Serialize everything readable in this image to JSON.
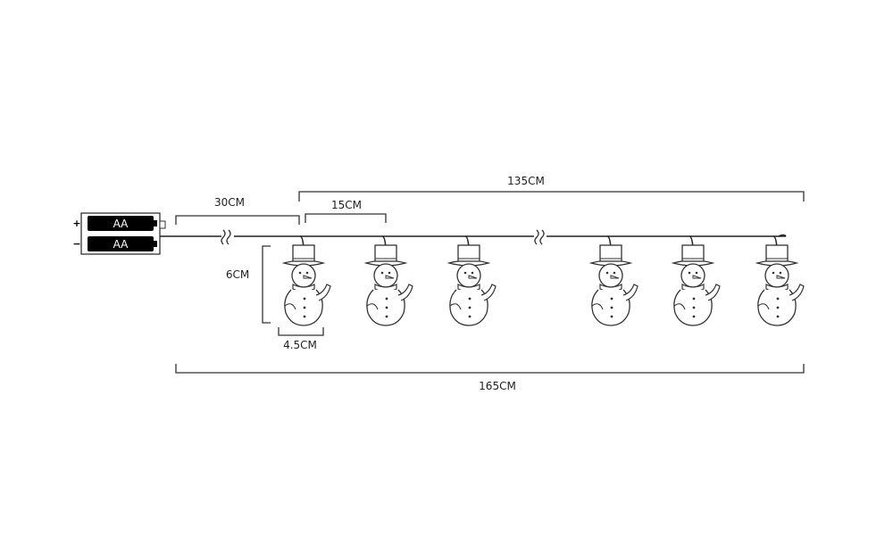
{
  "battery_box": {
    "cells": [
      "AA",
      "AA"
    ],
    "plus_sign": "+",
    "minus_sign": "−"
  },
  "dimensions": {
    "lead_wire": "30CM",
    "spacing": "15CM",
    "light_section": "135CM",
    "total_length": "165CM",
    "light_height": "6CM",
    "light_width": "4.5CM"
  },
  "lights": {
    "shape": "snowman-icon",
    "count_shown": 6
  },
  "colors": {
    "line": "#333333",
    "battery_cell": "#000000"
  }
}
